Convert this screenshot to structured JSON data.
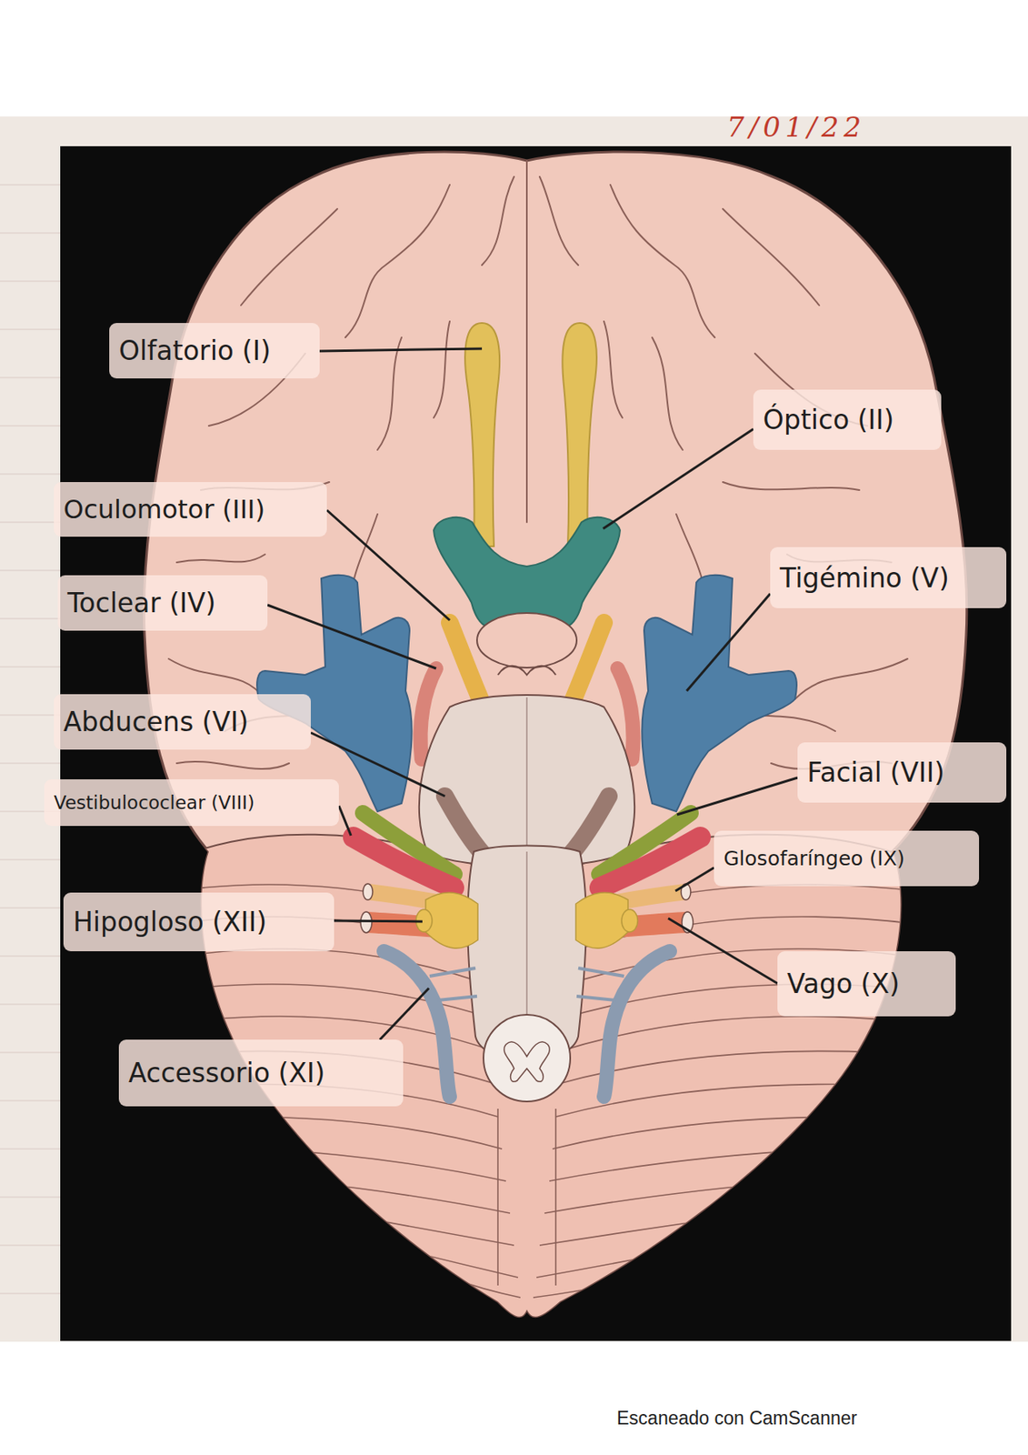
{
  "diagram": {
    "nodes": [
      {
        "text": [
          "Olfatorio (I)"
        ]
      },
      {
        "text": [
          "Óptico (II)"
        ]
      },
      {
        "text": [
          "Oculomotor (III)"
        ]
      },
      {
        "text": [
          "Tigémino (V)"
        ]
      },
      {
        "text": [
          "Toclear (IV)"
        ]
      },
      {
        "text": [
          "Abducens (VI)"
        ]
      },
      {
        "text": [
          "Facial (VII)"
        ]
      },
      {
        "text": [
          "Vestibulococlear (VIII)"
        ]
      },
      {
        "text": [
          "Glosofaríngeo (IX)"
        ]
      },
      {
        "text": [
          "Hipogloso (XII)"
        ]
      },
      {
        "text": [
          "Vago (X)"
        ]
      },
      {
        "text": [
          "Accessorio (XI)"
        ]
      }
    ],
    "labels": [
      "7/01/22",
      "Escaneado con CamScanner"
    ]
  }
}
